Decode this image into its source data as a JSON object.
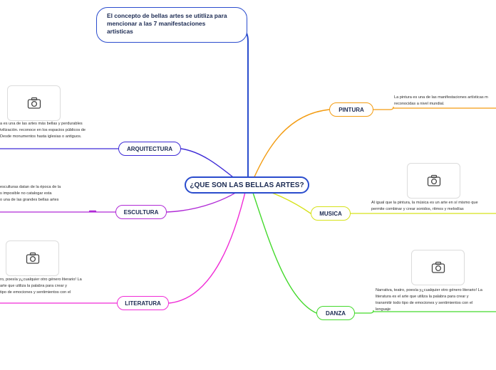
{
  "central": {
    "label": "¿QUE SON LAS BELLAS ARTES?"
  },
  "top_note": {
    "lines": [
      "El concepto de bellas artes se utitliza para",
      "mencionar a las 7 manifestaciones",
      "artisticas"
    ]
  },
  "topics": {
    "pintura": {
      "label": "PINTURA",
      "color": "#f39c12",
      "note": [
        "La pintura es una de las manifestaciones artísticas m",
        "reconocidas a nivel mundial."
      ]
    },
    "musica": {
      "label": "MUSICA",
      "color": "#d6e21a",
      "note": [
        "Al igual que la pintura, la música es un arte en sí mismo que",
        "permite combinar y crear sonidos, ritmos y melodías"
      ]
    },
    "danza": {
      "label": "DANZA",
      "color": "#43d92b",
      "note": [
        "Narrativa, teatro, poesía y¿cualquier otro género literario! La",
        "literatura es el arte que utiliza la palabra para crear y",
        "transmitir todo tipo de emociones y sentimientos con el",
        "lenguaje"
      ]
    },
    "arquitectura": {
      "label": "ARQUITECTURA",
      "color": "#3d2ad6",
      "note": [
        "a es una de las artes más bellas y perdurables",
        "ivilización. reconoce en los espacios públicos de",
        "Desde monumentos hasta iglesias o antiguos."
      ]
    },
    "escultura": {
      "label": "ESCULTURA",
      "color": "#b02ad6",
      "note": [
        "esculturas datan de la época de la",
        "s imposible no catalogar esta",
        "o una de las grandes bellas artes"
      ]
    },
    "literatura": {
      "label": "LITERATURA",
      "color": "#f02ad6",
      "note": [
        "ro, poesía y¿cualquier otro género literario! La",
        "arte que utiliza la palabra para crear y",
        "tipo de emociones y sentimientos con el"
      ]
    }
  },
  "icons": {
    "image_placeholder": "camera-icon"
  },
  "colors": {
    "central_border": "#2a4ccd",
    "text": "#1b2a52"
  }
}
